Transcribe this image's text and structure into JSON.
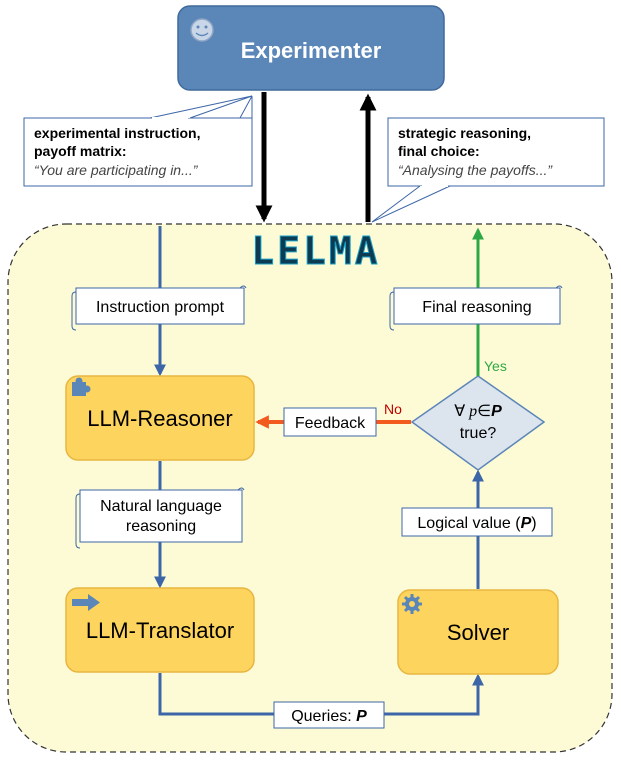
{
  "experimenter": {
    "label": "Experimenter",
    "icon": "smiley-face-icon"
  },
  "callout_left": {
    "line1": "experimental instruction,",
    "line2": "payoff matrix:",
    "quote": "“You are participating in...”"
  },
  "callout_right": {
    "line1": "strategic reasoning,",
    "line2": "final choice:",
    "quote": "“Analysing the payoffs...”"
  },
  "framework": {
    "logo_text": "LELMA"
  },
  "nodes": {
    "instruction_prompt": "Instruction prompt",
    "llm_reasoner": "LLM-Reasoner",
    "natural_language_line1": "Natural language",
    "natural_language_line2": "reasoning",
    "llm_translator": "LLM-Translator",
    "solver": "Solver",
    "queries_prefix": "Queries: ",
    "queries_symbol": "P",
    "logical_value_prefix": "Logical value (",
    "logical_value_symbol": "P",
    "logical_value_suffix": ")",
    "decision_prefix": "∀ ",
    "decision_var": "p",
    "decision_in": "∈",
    "decision_symbol": "P",
    "decision_line2": "true?",
    "final_reasoning": "Final reasoning",
    "feedback": "Feedback",
    "no_label": "No",
    "yes_label": "Yes"
  },
  "icons": {
    "reasoner": "puzzle-piece-icon",
    "translator": "arrow-right-icon",
    "solver": "gear-icon",
    "scroll": "scroll-icon"
  },
  "colors": {
    "experimenter_fill": "#5b86b8",
    "framework_fill": "#fdfbd6",
    "llm_box_fill": "#fdd55e",
    "flow_arrow": "#3d66a8",
    "yes_arrow": "#2ea845",
    "no_arrow": "#f25a1e",
    "no_text": "#c00000",
    "yes_text": "#2ea845",
    "decision_fill": "#dce4ee"
  }
}
